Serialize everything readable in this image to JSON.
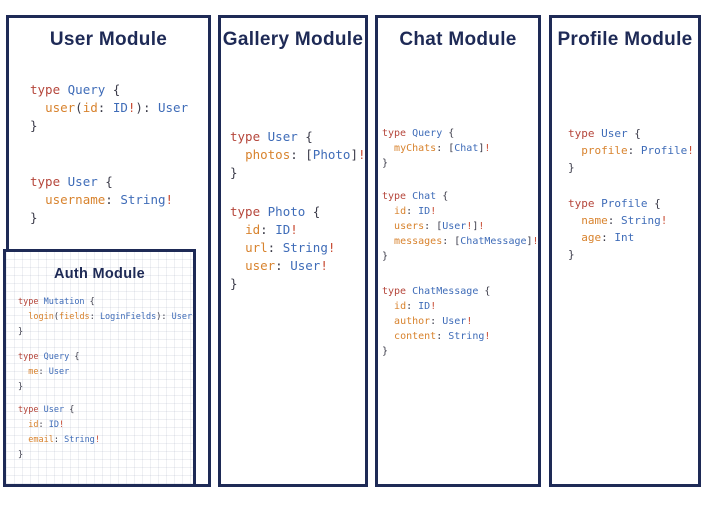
{
  "colors": {
    "panel_border": "#1e2a56",
    "title_text": "#1e2a56",
    "code_keyword": "#b5463b",
    "code_typename": "#3f6cb8",
    "code_field": "#d8832e",
    "code_punctuation": "#3c3c4a",
    "code_bang": "#c84a32",
    "background": "#ffffff"
  },
  "modules": [
    {
      "title": "User Module",
      "blocks": [
        {
          "lines": [
            [
              {
                "c": "kw",
                "t": "type"
              },
              {
                "c": "pn",
                "t": " "
              },
              {
                "c": "tn",
                "t": "Query"
              },
              {
                "c": "pn",
                "t": " {"
              }
            ],
            [
              {
                "c": "pn",
                "t": "  "
              },
              {
                "c": "fld",
                "t": "user"
              },
              {
                "c": "pn",
                "t": "("
              },
              {
                "c": "fld",
                "t": "id"
              },
              {
                "c": "pn",
                "t": ": "
              },
              {
                "c": "tn",
                "t": "ID"
              },
              {
                "c": "bang",
                "t": "!"
              },
              {
                "c": "pn",
                "t": "): "
              },
              {
                "c": "tn",
                "t": "User"
              }
            ],
            [
              {
                "c": "pn",
                "t": "}"
              }
            ]
          ]
        },
        {
          "lines": [
            [
              {
                "c": "kw",
                "t": "type"
              },
              {
                "c": "pn",
                "t": " "
              },
              {
                "c": "tn",
                "t": "User"
              },
              {
                "c": "pn",
                "t": " {"
              }
            ],
            [
              {
                "c": "pn",
                "t": "  "
              },
              {
                "c": "fld",
                "t": "username"
              },
              {
                "c": "pn",
                "t": ": "
              },
              {
                "c": "tn",
                "t": "String"
              },
              {
                "c": "bang",
                "t": "!"
              }
            ],
            [
              {
                "c": "pn",
                "t": "}"
              }
            ]
          ]
        }
      ]
    },
    {
      "title": "Auth Module",
      "blocks": [
        {
          "lines": [
            [
              {
                "c": "kw",
                "t": "type"
              },
              {
                "c": "pn",
                "t": " "
              },
              {
                "c": "tn",
                "t": "Mutation"
              },
              {
                "c": "pn",
                "t": " {"
              }
            ],
            [
              {
                "c": "pn",
                "t": "  "
              },
              {
                "c": "fld",
                "t": "login"
              },
              {
                "c": "pn",
                "t": "("
              },
              {
                "c": "fld",
                "t": "fields"
              },
              {
                "c": "pn",
                "t": ": "
              },
              {
                "c": "tn",
                "t": "LoginFields"
              },
              {
                "c": "pn",
                "t": "): "
              },
              {
                "c": "tn",
                "t": "User"
              }
            ],
            [
              {
                "c": "pn",
                "t": "}"
              }
            ]
          ]
        },
        {
          "lines": [
            [
              {
                "c": "kw",
                "t": "type"
              },
              {
                "c": "pn",
                "t": " "
              },
              {
                "c": "tn",
                "t": "Query"
              },
              {
                "c": "pn",
                "t": " {"
              }
            ],
            [
              {
                "c": "pn",
                "t": "  "
              },
              {
                "c": "fld",
                "t": "me"
              },
              {
                "c": "pn",
                "t": ": "
              },
              {
                "c": "tn",
                "t": "User"
              }
            ],
            [
              {
                "c": "pn",
                "t": "}"
              }
            ]
          ]
        },
        {
          "lines": [
            [
              {
                "c": "kw",
                "t": "type"
              },
              {
                "c": "pn",
                "t": " "
              },
              {
                "c": "tn",
                "t": "User"
              },
              {
                "c": "pn",
                "t": " {"
              }
            ],
            [
              {
                "c": "pn",
                "t": "  "
              },
              {
                "c": "fld",
                "t": "id"
              },
              {
                "c": "pn",
                "t": ": "
              },
              {
                "c": "tn",
                "t": "ID"
              },
              {
                "c": "bang",
                "t": "!"
              }
            ],
            [
              {
                "c": "pn",
                "t": "  "
              },
              {
                "c": "fld",
                "t": "email"
              },
              {
                "c": "pn",
                "t": ": "
              },
              {
                "c": "tn",
                "t": "String"
              },
              {
                "c": "bang",
                "t": "!"
              }
            ],
            [
              {
                "c": "pn",
                "t": "}"
              }
            ]
          ]
        }
      ]
    },
    {
      "title": "Gallery Module",
      "blocks": [
        {
          "lines": [
            [
              {
                "c": "kw",
                "t": "type"
              },
              {
                "c": "pn",
                "t": " "
              },
              {
                "c": "tn",
                "t": "User"
              },
              {
                "c": "pn",
                "t": " {"
              }
            ],
            [
              {
                "c": "pn",
                "t": "  "
              },
              {
                "c": "fld",
                "t": "photos"
              },
              {
                "c": "pn",
                "t": ": ["
              },
              {
                "c": "tn",
                "t": "Photo"
              },
              {
                "c": "pn",
                "t": "]"
              },
              {
                "c": "bang",
                "t": "!"
              }
            ],
            [
              {
                "c": "pn",
                "t": "}"
              }
            ]
          ]
        },
        {
          "lines": [
            [
              {
                "c": "kw",
                "t": "type"
              },
              {
                "c": "pn",
                "t": " "
              },
              {
                "c": "tn",
                "t": "Photo"
              },
              {
                "c": "pn",
                "t": " {"
              }
            ],
            [
              {
                "c": "pn",
                "t": "  "
              },
              {
                "c": "fld",
                "t": "id"
              },
              {
                "c": "pn",
                "t": ": "
              },
              {
                "c": "tn",
                "t": "ID"
              },
              {
                "c": "bang",
                "t": "!"
              }
            ],
            [
              {
                "c": "pn",
                "t": "  "
              },
              {
                "c": "fld",
                "t": "url"
              },
              {
                "c": "pn",
                "t": ": "
              },
              {
                "c": "tn",
                "t": "String"
              },
              {
                "c": "bang",
                "t": "!"
              }
            ],
            [
              {
                "c": "pn",
                "t": "  "
              },
              {
                "c": "fld",
                "t": "user"
              },
              {
                "c": "pn",
                "t": ": "
              },
              {
                "c": "tn",
                "t": "User"
              },
              {
                "c": "bang",
                "t": "!"
              }
            ],
            [
              {
                "c": "pn",
                "t": "}"
              }
            ]
          ]
        }
      ]
    },
    {
      "title": "Chat Module",
      "blocks": [
        {
          "lines": [
            [
              {
                "c": "kw",
                "t": "type"
              },
              {
                "c": "pn",
                "t": " "
              },
              {
                "c": "tn",
                "t": "Query"
              },
              {
                "c": "pn",
                "t": " {"
              }
            ],
            [
              {
                "c": "pn",
                "t": "  "
              },
              {
                "c": "fld",
                "t": "myChats"
              },
              {
                "c": "pn",
                "t": ": ["
              },
              {
                "c": "tn",
                "t": "Chat"
              },
              {
                "c": "pn",
                "t": "]"
              },
              {
                "c": "bang",
                "t": "!"
              }
            ],
            [
              {
                "c": "pn",
                "t": "}"
              }
            ]
          ]
        },
        {
          "lines": [
            [
              {
                "c": "kw",
                "t": "type"
              },
              {
                "c": "pn",
                "t": " "
              },
              {
                "c": "tn",
                "t": "Chat"
              },
              {
                "c": "pn",
                "t": " {"
              }
            ],
            [
              {
                "c": "pn",
                "t": "  "
              },
              {
                "c": "fld",
                "t": "id"
              },
              {
                "c": "pn",
                "t": ": "
              },
              {
                "c": "tn",
                "t": "ID"
              },
              {
                "c": "bang",
                "t": "!"
              }
            ],
            [
              {
                "c": "pn",
                "t": "  "
              },
              {
                "c": "fld",
                "t": "users"
              },
              {
                "c": "pn",
                "t": ": ["
              },
              {
                "c": "tn",
                "t": "User"
              },
              {
                "c": "bang",
                "t": "!"
              },
              {
                "c": "pn",
                "t": "]"
              },
              {
                "c": "bang",
                "t": "!"
              }
            ],
            [
              {
                "c": "pn",
                "t": "  "
              },
              {
                "c": "fld",
                "t": "messages"
              },
              {
                "c": "pn",
                "t": ": ["
              },
              {
                "c": "tn",
                "t": "ChatMessage"
              },
              {
                "c": "pn",
                "t": "]"
              },
              {
                "c": "bang",
                "t": "!"
              }
            ],
            [
              {
                "c": "pn",
                "t": "}"
              }
            ]
          ]
        },
        {
          "lines": [
            [
              {
                "c": "kw",
                "t": "type"
              },
              {
                "c": "pn",
                "t": " "
              },
              {
                "c": "tn",
                "t": "ChatMessage"
              },
              {
                "c": "pn",
                "t": " {"
              }
            ],
            [
              {
                "c": "pn",
                "t": "  "
              },
              {
                "c": "fld",
                "t": "id"
              },
              {
                "c": "pn",
                "t": ": "
              },
              {
                "c": "tn",
                "t": "ID"
              },
              {
                "c": "bang",
                "t": "!"
              }
            ],
            [
              {
                "c": "pn",
                "t": "  "
              },
              {
                "c": "fld",
                "t": "author"
              },
              {
                "c": "pn",
                "t": ": "
              },
              {
                "c": "tn",
                "t": "User"
              },
              {
                "c": "bang",
                "t": "!"
              }
            ],
            [
              {
                "c": "pn",
                "t": "  "
              },
              {
                "c": "fld",
                "t": "content"
              },
              {
                "c": "pn",
                "t": ": "
              },
              {
                "c": "tn",
                "t": "String"
              },
              {
                "c": "bang",
                "t": "!"
              }
            ],
            [
              {
                "c": "pn",
                "t": "}"
              }
            ]
          ]
        }
      ]
    },
    {
      "title": "Profile Module",
      "blocks": [
        {
          "lines": [
            [
              {
                "c": "kw",
                "t": "type"
              },
              {
                "c": "pn",
                "t": " "
              },
              {
                "c": "tn",
                "t": "User"
              },
              {
                "c": "pn",
                "t": " {"
              }
            ],
            [
              {
                "c": "pn",
                "t": "  "
              },
              {
                "c": "fld",
                "t": "profile"
              },
              {
                "c": "pn",
                "t": ": "
              },
              {
                "c": "tn",
                "t": "Profile"
              },
              {
                "c": "bang",
                "t": "!"
              }
            ],
            [
              {
                "c": "pn",
                "t": "}"
              }
            ]
          ]
        },
        {
          "lines": [
            [
              {
                "c": "kw",
                "t": "type"
              },
              {
                "c": "pn",
                "t": " "
              },
              {
                "c": "tn",
                "t": "Profile"
              },
              {
                "c": "pn",
                "t": " {"
              }
            ],
            [
              {
                "c": "pn",
                "t": "  "
              },
              {
                "c": "fld",
                "t": "name"
              },
              {
                "c": "pn",
                "t": ": "
              },
              {
                "c": "tn",
                "t": "String"
              },
              {
                "c": "bang",
                "t": "!"
              }
            ],
            [
              {
                "c": "pn",
                "t": "  "
              },
              {
                "c": "fld",
                "t": "age"
              },
              {
                "c": "pn",
                "t": ": "
              },
              {
                "c": "tn",
                "t": "Int"
              }
            ],
            [
              {
                "c": "pn",
                "t": "}"
              }
            ]
          ]
        }
      ]
    }
  ]
}
